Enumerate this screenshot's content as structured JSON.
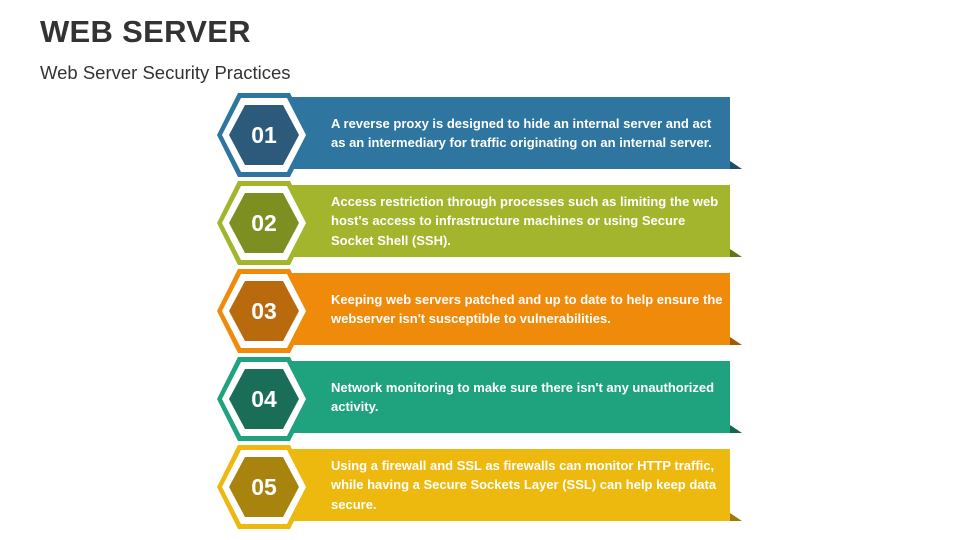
{
  "header": {
    "title": "WEB SERVER",
    "subtitle": "Web Server Security Practices"
  },
  "steps": [
    {
      "number": "01",
      "text": "A reverse proxy is designed to hide an internal server and act as an intermediary for traffic originating on an internal server.",
      "color": "#2E75A0",
      "dark": "#2B5A7A",
      "shadow": "#1F4E69"
    },
    {
      "number": "02",
      "text": "Access restriction through processes such as limiting the web host's access to infrastructure machines or using Secure Socket Shell (SSH).",
      "color": "#A2B52C",
      "dark": "#7E8F22",
      "shadow": "#66731B"
    },
    {
      "number": "03",
      "text": "Keeping web servers patched and up to date to help ensure the webserver isn't susceptible to vulnerabilities.",
      "color": "#F08A0B",
      "dark": "#B86A0C",
      "shadow": "#A35A08"
    },
    {
      "number": "04",
      "text": "Network monitoring to make sure there isn't any unauthorized activity.",
      "color": "#1FA37E",
      "dark": "#1A6E58",
      "shadow": "#14664F"
    },
    {
      "number": "05",
      "text": "Using a firewall and SSL as firewalls can monitor HTTP traffic, while having a Secure Sockets Layer (SSL) can help keep data secure.",
      "color": "#EDB90E",
      "dark": "#A8830E",
      "shadow": "#9E7B08"
    }
  ]
}
